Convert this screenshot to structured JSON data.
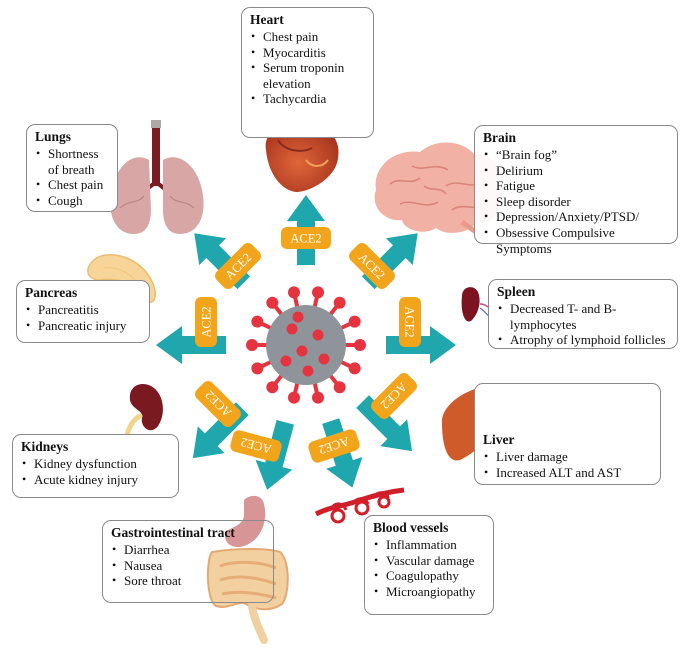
{
  "center_label": "ACE2",
  "colors": {
    "arrow": "#1fa7ad",
    "ace2_badge": "#f2a51a",
    "virus_body": "#8f949b",
    "virus_spike": "#e5343f",
    "box_border": "#8a8a8a"
  },
  "icons": [
    "heart-icon",
    "lungs-icon",
    "brain-icon",
    "pancreas-icon",
    "spleen-icon",
    "kidney-icon",
    "liver-icon",
    "stomach-intestine-icon",
    "blood-vessels-icon",
    "coronavirus-icon"
  ],
  "organs": {
    "heart": {
      "title": "Heart",
      "items": [
        "Chest pain",
        "Myocarditis",
        "Serum troponin elevation",
        "Tachycardia"
      ]
    },
    "lungs": {
      "title": "Lungs",
      "items": [
        "Shortness of breath",
        "Chest pain",
        "Cough"
      ]
    },
    "brain": {
      "title": "Brain",
      "items": [
        "“Brain fog”",
        "Delirium",
        "Fatigue",
        "Sleep disorder",
        "Depression/Anxiety/PTSD/",
        "Obsessive Compulsive Symptoms"
      ]
    },
    "pancreas": {
      "title": "Pancreas",
      "items": [
        "Pancreatitis",
        "Pancreatic injury"
      ]
    },
    "spleen": {
      "title": "Spleen",
      "items": [
        "Decreased T- and B-lymphocytes",
        "Atrophy of lymphoid follicles"
      ]
    },
    "kidneys": {
      "title": "Kidneys",
      "items": [
        "Kidney dysfunction",
        "Acute kidney injury"
      ]
    },
    "liver": {
      "title": "Liver",
      "items": [
        "Liver damage",
        "Increased ALT and AST"
      ]
    },
    "gi": {
      "title": "Gastrointestinal tract",
      "items": [
        "Diarrhea",
        "Nausea",
        "Sore throat"
      ]
    },
    "blood": {
      "title": "Blood vessels",
      "items": [
        "Inflammation",
        "Vascular damage",
        "Coagulopathy",
        "Microangiopathy"
      ]
    }
  }
}
